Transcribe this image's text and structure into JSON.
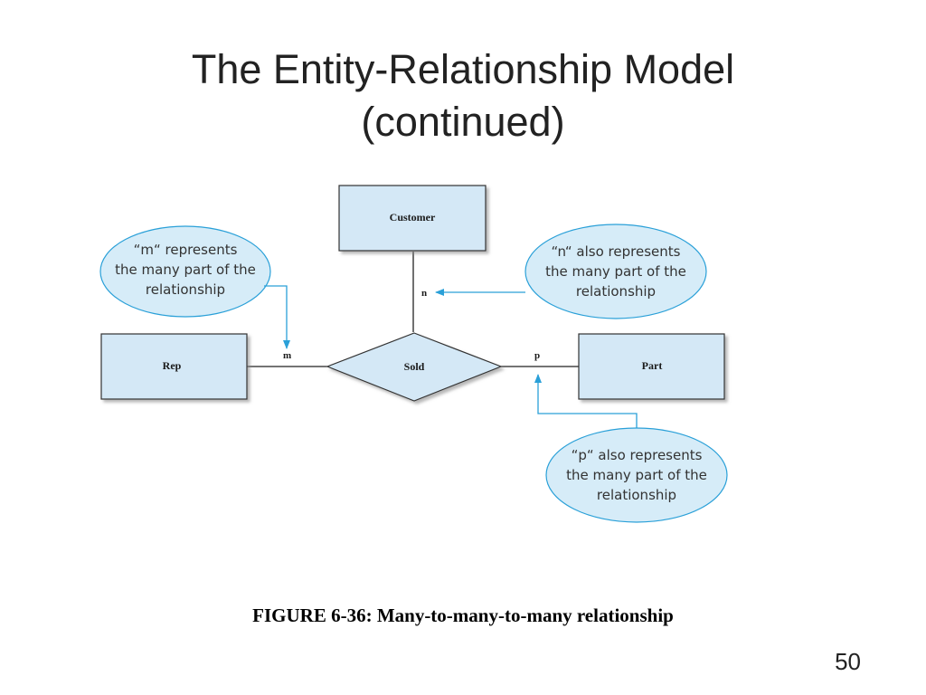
{
  "slide": {
    "title_line1": "The Entity-Relationship Model",
    "title_line2": "(continued)",
    "caption": "FIGURE 6-36: Many-to-many-to-many relationship",
    "page_number": "50"
  },
  "diagram": {
    "entities": {
      "customer": "Customer",
      "rep": "Rep",
      "part": "Part"
    },
    "relationship": "Sold",
    "cardinalities": {
      "m": "m",
      "n": "n",
      "p": "p"
    },
    "callouts": {
      "m": [
        "“m“ represents",
        "the many part of the",
        "relationship"
      ],
      "n": [
        "“n“ also represents",
        "the many part of the",
        "relationship"
      ],
      "p": [
        "“p“ also represents",
        "the many part of the",
        "relationship"
      ]
    },
    "colors": {
      "box_fill": "#d4e8f6",
      "box_stroke": "#333333",
      "callout_fill": "#d6ecf8",
      "callout_stroke": "#2aa0d8",
      "arrow": "#2aa0d8",
      "line": "#222222"
    }
  }
}
